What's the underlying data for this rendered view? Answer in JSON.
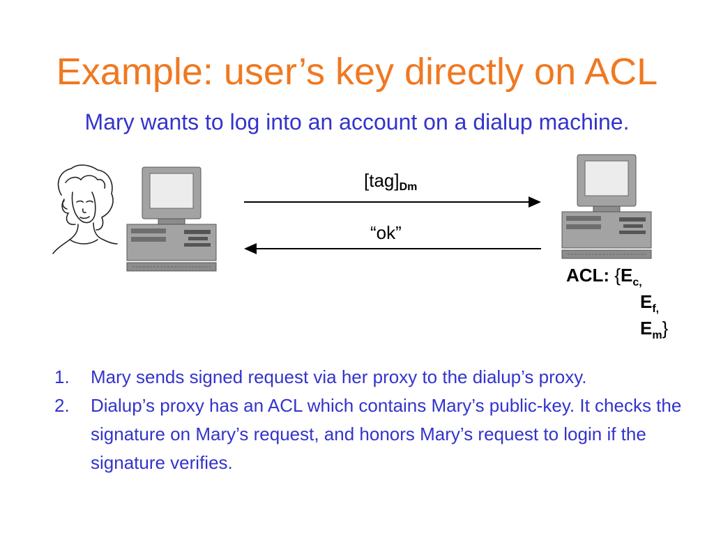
{
  "title": "Example: user’s key directly on ACL",
  "subtitle": "Mary wants to log into an account on a dialup machine.",
  "diagram": {
    "message_request": "[tag]",
    "message_request_sub": "Dm",
    "message_reply": "“ok”",
    "acl_label": "ACL:",
    "acl_open": "{",
    "acl_close": "}",
    "acl_entries": [
      {
        "letter": "E",
        "sub": "c,"
      },
      {
        "letter": "E",
        "sub": "f,"
      },
      {
        "letter": "E",
        "sub": "m"
      }
    ]
  },
  "steps": [
    {
      "num": "1.",
      "text": "Mary sends signed request via her proxy to the dialup’s proxy."
    },
    {
      "num": "2.",
      "text": "Dialup’s proxy has an ACL which contains Mary’s public-key. It checks the signature on Mary’s request, and honors Mary’s request to login if the signature verifies."
    }
  ],
  "colors": {
    "title": "#f07820",
    "text_blue": "#3333cc",
    "computer_gray": "#9a9a9a"
  }
}
